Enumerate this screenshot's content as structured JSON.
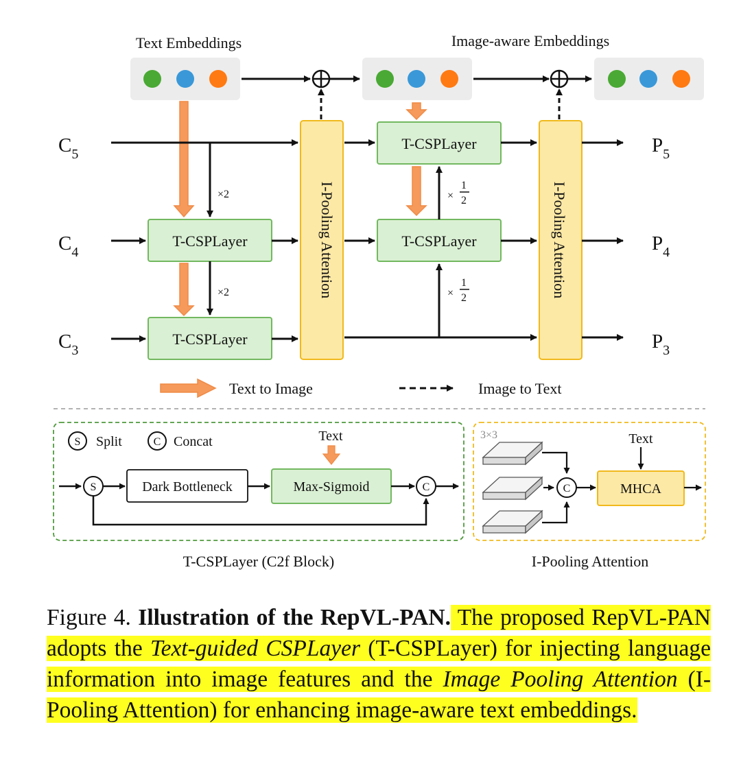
{
  "embeddings": {
    "text_label": "Text Embeddings",
    "image_aware_label": "Image-aware Embeddings",
    "dot_colors": [
      "#4aa934",
      "#3a98d8",
      "#ff7a12"
    ]
  },
  "inputs": {
    "c5": "C",
    "c5_sub": "5",
    "c4": "C",
    "c4_sub": "4",
    "c3": "C",
    "c3_sub": "3"
  },
  "outputs": {
    "p5": "P",
    "p5_sub": "5",
    "p4": "P",
    "p4_sub": "4",
    "p3": "P",
    "p3_sub": "3"
  },
  "blocks": {
    "tcsp": "T-CSPLayer",
    "ipool": "I-Pooling Attention"
  },
  "multipliers": {
    "x2": "×2",
    "x_prefix": "×",
    "half_num": "1",
    "half_den": "2"
  },
  "legend": {
    "text_to_image": "Text to Image",
    "image_to_text": "Image to Text"
  },
  "tcsp_detail": {
    "split_symbol": "S",
    "split_label": "Split",
    "concat_symbol": "C",
    "concat_label": "Concat",
    "text_label": "Text",
    "dark_bottleneck": "Dark Bottleneck",
    "max_sigmoid": "Max-Sigmoid",
    "title": "T-CSPLayer (C2f Block)"
  },
  "ipool_detail": {
    "kernel": "3×3",
    "text_label": "Text",
    "concat_symbol": "C",
    "mhca": "MHCA",
    "title": "I-Pooling Attention"
  },
  "caption": {
    "prefix": "Figure 4. ",
    "title": "Illustration of the RepVL-PAN.",
    "part1": " The proposed RepVL-PAN adopts the ",
    "tcsp_italic": "Text-guided CSPLayer",
    "part2": " (T-CSPLayer) for injecting language information into image features and the ",
    "ipool_italic": "Image Pooling Attention",
    "part3": " (I-Pooling Attention) for enhancing image-aware text embeddings."
  },
  "colors": {
    "green_fill": "#daf0d4",
    "green_stroke": "#72b85f",
    "yellow_fill": "#fde9a6",
    "yellow_stroke": "#f0b91c",
    "orange_arrow": "#f59a5b",
    "highlight": "#ffff1f"
  }
}
